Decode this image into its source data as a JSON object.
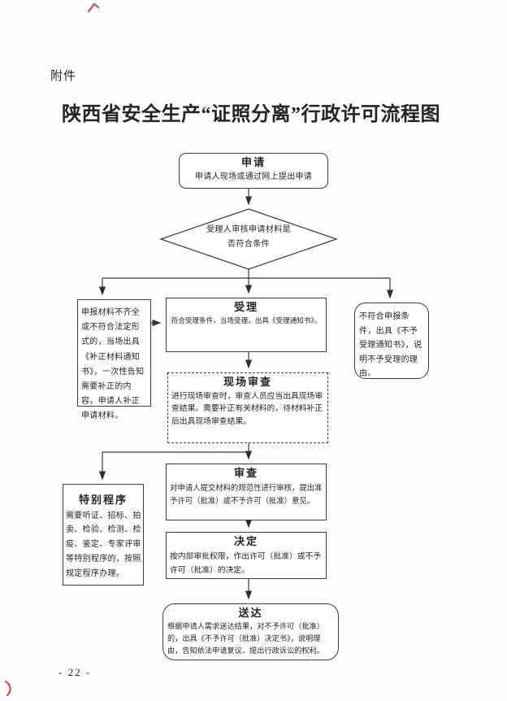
{
  "document": {
    "attachment_label": "附件",
    "title": "陕西省安全生产“证照分离”行政许可流程图",
    "page_number": "- 22 -"
  },
  "flowchart": {
    "apply": {
      "title": "申请",
      "text": "申请人现场或通过网上提出申请"
    },
    "decision": {
      "text": "受理人审核申请材料是否符合条件"
    },
    "supplement": {
      "text": "申报材料不齐全或不符合法定形式的，当场出具《补正材料通知书》，一次性告知需要补正的内容，申请人补正申请材料。"
    },
    "accept": {
      "title": "受理",
      "text": "符合受理条件，当场受理，出具《受理通知书》。"
    },
    "reject": {
      "text": "不符合申报条件，出具《不予受理通知书》，说明不予受理的理由。"
    },
    "onsite": {
      "title": "现场审查",
      "text": "进行现场审查时，审查人员应当出具现场审查结果。需要补正有关材料的，待材料补正后出具现场审查结果。"
    },
    "review": {
      "title": "审查",
      "text": "对申请人提交材料的规范性进行审核，提出准予许可（批准）或不予许可（批准）意见。"
    },
    "special": {
      "title": "特别程序",
      "text": "需要听证、招标、拍卖、检验、检测、检疫、鉴定、专家评审等特别程序的，按照规定程序办理。"
    },
    "decide": {
      "title": "决定",
      "text": "按内部审批权限，作出许可（批准）或不予许可（批准）的决定。"
    },
    "deliver": {
      "title": "送达",
      "text": "根据申请人需求送达结果，对不予许可（批准）的，出具《不予许可（批准）决定书》，说明理由，告知依法申请复议、提出行政诉讼的权利。"
    }
  },
  "colors": {
    "ink": "#242424",
    "line": "#3a3a3a",
    "stamp_red": "#c9493b"
  }
}
